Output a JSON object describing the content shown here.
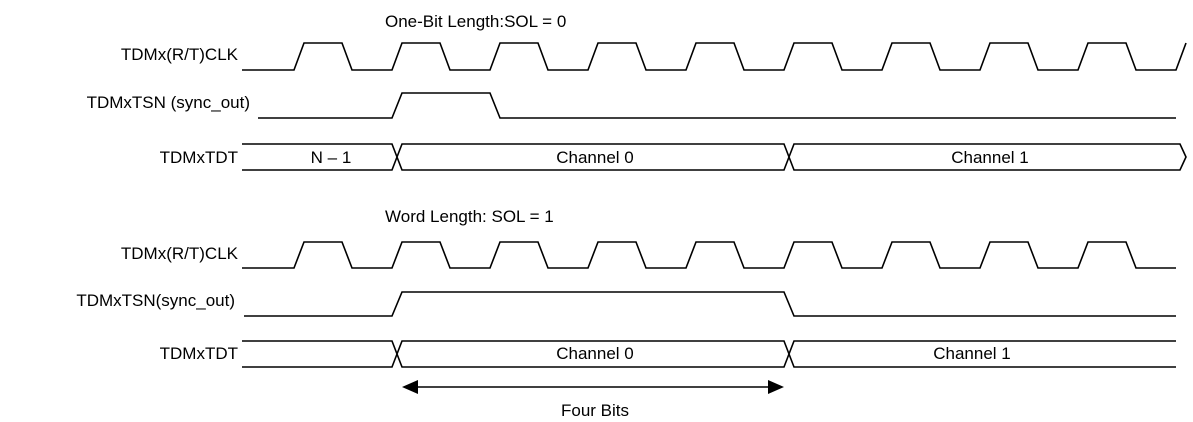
{
  "colors": {
    "line": "#000000",
    "background": "#ffffff"
  },
  "sections": [
    {
      "title": "One-Bit Length:SOL = 0",
      "signals": {
        "clk_label": "TDMx(R/T)CLK",
        "sync_label": "TDMxTSN (sync_out)",
        "data_label": "TDMxTDT",
        "data_cells": [
          "N – 1",
          "Channel 0",
          "Channel 1"
        ]
      },
      "sync_pulse_bits": 1
    },
    {
      "title": "Word Length: SOL = 1",
      "signals": {
        "clk_label": "TDMx(R/T)CLK",
        "sync_label": "TDMxTSN(sync_out)",
        "data_label": "TDMxTDT",
        "data_cells": [
          "",
          "Channel 0",
          "Channel 1"
        ]
      },
      "sync_pulse_bits": 4
    }
  ],
  "bits_per_channel": 4,
  "span_label": "Four Bits"
}
